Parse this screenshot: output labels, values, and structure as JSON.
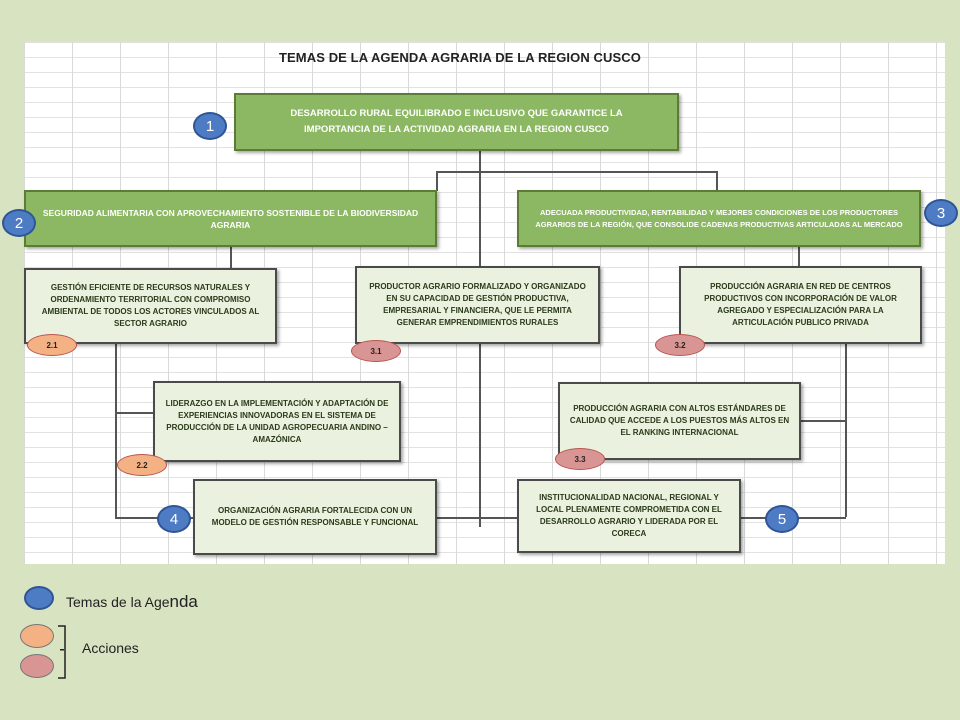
{
  "title": "TEMAS DE LA AGENDA AGRARIA DE LA REGION CUSCO",
  "colors": {
    "theme_marker": "#4e7cc4",
    "action_orange": "#f4b183",
    "action_pink": "#d99594",
    "header_box": "#8cb863",
    "detail_box": "#eaf1de",
    "background": "#d8e3c2"
  },
  "boxes": {
    "main": "DESARROLLO RURAL EQUILIBRADO  E INCLUSIVO QUE GARANTICE LA IMPORTANCIA DE LA ACTIVIDAD AGRARIA EN LA REGION CUSCO",
    "theme2": "SEGURIDAD ALIMENTARIA CON APROVECHAMIENTO SOSTENIBLE DE LA BIODIVERSIDAD AGRARIA",
    "theme3": "ADECUADA PRODUCTIVIDAD, RENTABILIDAD Y MEJORES CONDICIONES DE LOS PRODUCTORES AGRARIOS DE LA REGIÓN, QUE CONSOLIDE CADENAS PRODUCTIVAS ARTICULADAS AL MERCADO",
    "a21": "GESTIÓN EFICIENTE DE RECURSOS NATURALES Y ORDENAMIENTO TERRITORIAL CON COMPROMISO AMBIENTAL DE TODOS LOS ACTORES VINCULADOS AL SECTOR AGRARIO",
    "a31": "PRODUCTOR AGRARIO FORMALIZADO Y ORGANIZADO EN SU CAPACIDAD DE GESTIÓN PRODUCTIVA, EMPRESARIAL Y FINANCIERA, QUE LE PERMITA  GENERAR EMPRENDIMIENTOS RURALES",
    "a32": "PRODUCCIÓN AGRARIA EN RED DE CENTROS PRODUCTIVOS CON INCORPORACIÓN DE VALOR AGREGADO Y ESPECIALIZACIÓN PARA LA ARTICULACIÓN PUBLICO PRIVADA",
    "a22": "LIDERAZGO EN LA IMPLEMENTACIÓN Y ADAPTACIÓN DE EXPERIENCIAS INNOVADORAS EN EL SISTEMA DE PRODUCCIÓN  DE LA UNIDAD AGROPECUARIA ANDINO – AMAZÓNICA",
    "a33": "PRODUCCIÓN AGRARIA CON ALTOS ESTÁNDARES DE CALIDAD QUE ACCEDE A LOS PUESTOS MÁS ALTOS EN EL RANKING INTERNACIONAL",
    "theme4": "ORGANIZACIÓN AGRARIA FORTALECIDA CON UN MODELO DE GESTIÓN RESPONSABLE Y FUNCIONAL",
    "theme5": "INSTITUCIONALIDAD NACIONAL, REGIONAL Y LOCAL PLENAMENTE COMPROMETIDA CON EL DESARROLLO AGRARIO Y LIDERADA POR EL CORECA"
  },
  "theme_markers": [
    "1",
    "2",
    "3",
    "4",
    "5"
  ],
  "action_markers": [
    "2.1",
    "3.1",
    "3.2",
    "2.2",
    "3.3"
  ],
  "legend": {
    "themes_label_a": "Temas de la Age",
    "themes_label_b": "nda",
    "actions_label": "Acciones"
  }
}
